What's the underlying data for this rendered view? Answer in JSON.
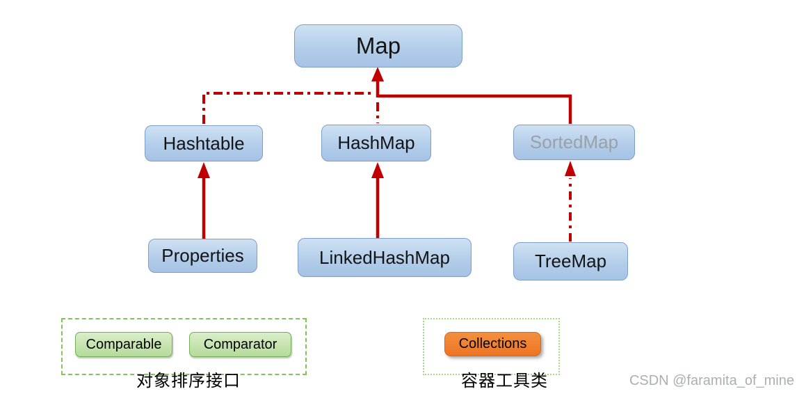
{
  "diagram": {
    "title_implied": "Java Map interface hierarchy",
    "nodes": {
      "map": {
        "label": "Map"
      },
      "hashtable": {
        "label": "Hashtable"
      },
      "hashmap": {
        "label": "HashMap"
      },
      "sortedmap": {
        "label": "SortedMap"
      },
      "properties": {
        "label": "Properties"
      },
      "linkedhashmap": {
        "label": "LinkedHashMap"
      },
      "treemap": {
        "label": "TreeMap"
      }
    },
    "edges": [
      {
        "from": "Hashtable",
        "to": "Map",
        "style": "dash-dot"
      },
      {
        "from": "HashMap",
        "to": "Map",
        "style": "dash-dot"
      },
      {
        "from": "SortedMap",
        "to": "Map",
        "style": "solid"
      },
      {
        "from": "Properties",
        "to": "Hashtable",
        "style": "solid"
      },
      {
        "from": "LinkedHashMap",
        "to": "HashMap",
        "style": "solid"
      },
      {
        "from": "TreeMap",
        "to": "SortedMap",
        "style": "dash-dot"
      }
    ],
    "legends": {
      "sorting": {
        "caption": "对象排序接口",
        "items": [
          {
            "label": "Comparable"
          },
          {
            "label": "Comparator"
          }
        ]
      },
      "utility": {
        "caption": "容器工具类",
        "items": [
          {
            "label": "Collections"
          }
        ]
      }
    },
    "colors": {
      "node_fill_top": "#cfe1f3",
      "node_fill_bottom": "#a6c3e5",
      "node_border": "#7d9ec9",
      "arrow_red": "#c00000",
      "muted_node_text": "#9aa0a6",
      "green_button_fill": "#c7e3ae",
      "green_button_border": "#74ad56",
      "legend_dashed_border": "#82c45c",
      "legend_dotted_border": "#a5d98a",
      "orange_button_fill": "#ed7d31",
      "watermark_gray": "#abaeb3"
    }
  },
  "watermark": {
    "text": "CSDN @faramita_of_mine"
  }
}
